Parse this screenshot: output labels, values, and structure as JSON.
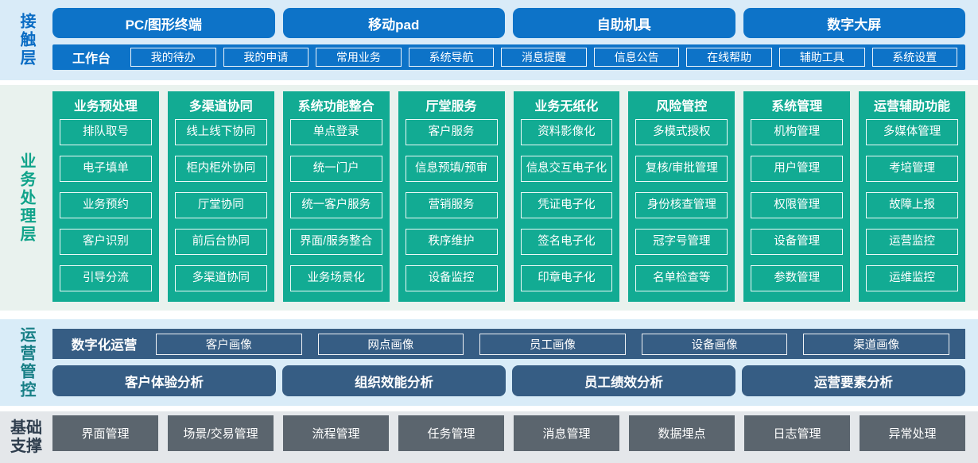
{
  "colors": {
    "accent_blue": "#0d73c8",
    "teal_green": "#12ab93",
    "steel_blue": "#365d84",
    "slate_gray": "#5b656e",
    "contact_band_bg": "#d9ebf8",
    "business_band_bg": "#e9f2ee",
    "operation_band_bg": "#d9ecf8",
    "foundation_band_bg": "#e4e7ea"
  },
  "layers": {
    "contact": {
      "label": "接触层",
      "channels": [
        "PC/图形终端",
        "移动pad",
        "自助机具",
        "数字大屏"
      ],
      "workbench": {
        "label": "工作台",
        "items": [
          "我的待办",
          "我的申请",
          "常用业务",
          "系统导航",
          "消息提醒",
          "信息公告",
          "在线帮助",
          "辅助工具",
          "系统设置"
        ]
      }
    },
    "business": {
      "label": "业务处理层",
      "columns": [
        {
          "title": "业务预处理",
          "items": [
            "排队取号",
            "电子填单",
            "业务预约",
            "客户识别",
            "引导分流"
          ]
        },
        {
          "title": "多渠道协同",
          "items": [
            "线上线下协同",
            "柜内柜外协同",
            "厅堂协同",
            "前后台协同",
            "多渠道协同"
          ]
        },
        {
          "title": "系统功能整合",
          "items": [
            "单点登录",
            "统一门户",
            "统一客户服务",
            "界面/服务整合",
            "业务场景化"
          ]
        },
        {
          "title": "厅堂服务",
          "items": [
            "客户服务",
            "信息预填/预审",
            "营销服务",
            "秩序维护",
            "设备监控"
          ]
        },
        {
          "title": "业务无纸化",
          "items": [
            "资料影像化",
            "信息交互电子化",
            "凭证电子化",
            "签名电子化",
            "印章电子化"
          ]
        },
        {
          "title": "风险管控",
          "items": [
            "多模式授权",
            "复核/审批管理",
            "身份核查管理",
            "冠字号管理",
            "名单检查等"
          ]
        },
        {
          "title": "系统管理",
          "items": [
            "机构管理",
            "用户管理",
            "权限管理",
            "设备管理",
            "参数管理"
          ]
        },
        {
          "title": "运营辅助功能",
          "items": [
            "多媒体管理",
            "考培管理",
            "故障上报",
            "运营监控",
            "运维监控"
          ]
        }
      ]
    },
    "operation": {
      "label": "运营管控",
      "digital": {
        "label": "数字化运营",
        "items": [
          "客户画像",
          "网点画像",
          "员工画像",
          "设备画像",
          "渠道画像"
        ]
      },
      "analysis": [
        "客户体验分析",
        "组织效能分析",
        "员工绩效分析",
        "运营要素分析"
      ]
    },
    "foundation": {
      "label": "基础支撑",
      "items": [
        "界面管理",
        "场景/交易管理",
        "流程管理",
        "任务管理",
        "消息管理",
        "数据埋点",
        "日志管理",
        "异常处理"
      ]
    }
  }
}
